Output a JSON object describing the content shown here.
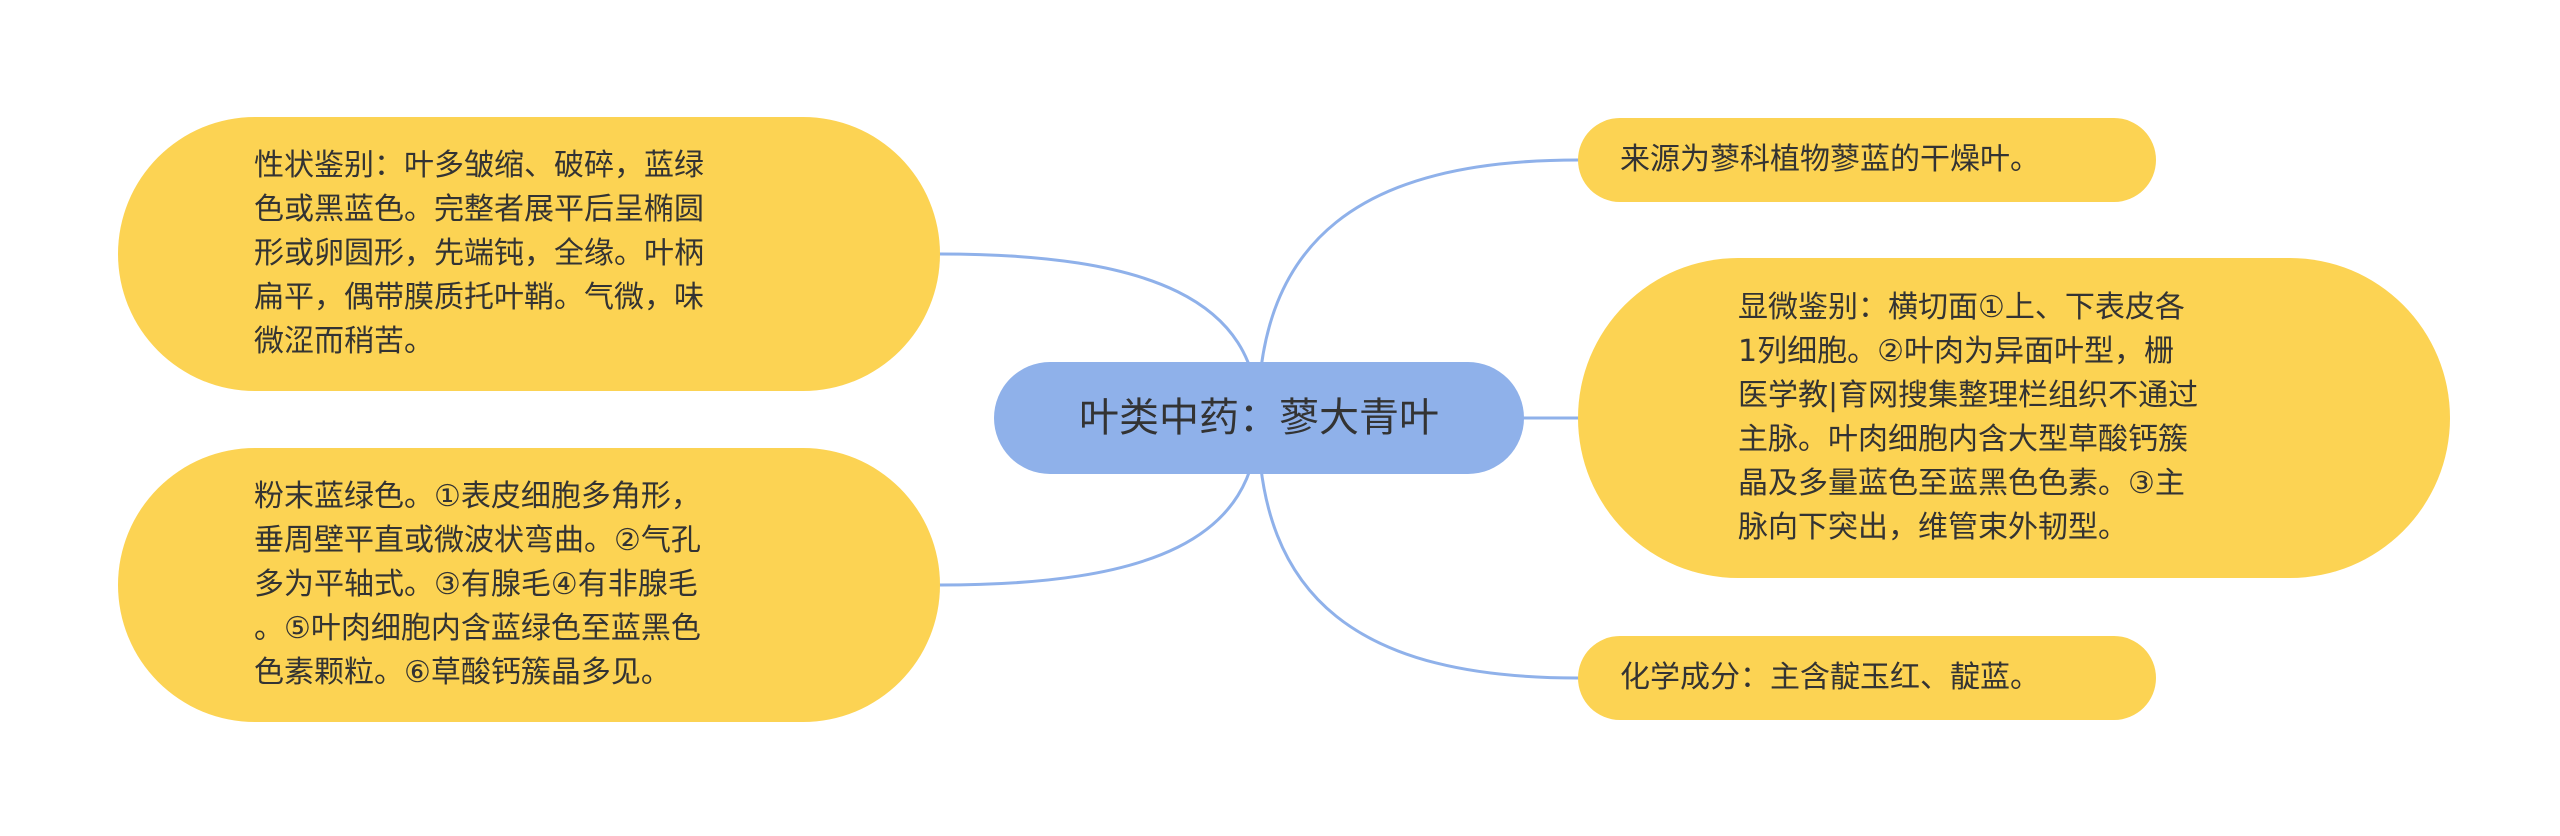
{
  "title": "叶类中药：蓼大青叶",
  "colors": {
    "background": "#ffffff",
    "center_fill": "#8fb1ea",
    "branch_fill": "#fcd353",
    "link_stroke": "#8fb1ea",
    "text": "#333333"
  },
  "branches": {
    "left": [
      {
        "lines": [
          "性状鉴别：叶多皱缩、破碎，蓝绿",
          "色或黑蓝色。完整者展平后呈椭圆",
          "形或卵圆形，先端钝，全缘。叶柄",
          "扁平，偶带膜质托叶鞘。气微，味",
          "微涩而稍苦。"
        ]
      },
      {
        "lines": [
          "粉末蓝绿色。①表皮细胞多角形，",
          "垂周壁平直或微波状弯曲。②气孔",
          "多为平轴式。③有腺毛④有非腺毛",
          "。⑤叶肉细胞内含蓝绿色至蓝黑色",
          "色素颗粒。⑥草酸钙簇晶多见。"
        ]
      }
    ],
    "right": [
      {
        "lines": [
          "来源为蓼科植物蓼蓝的干燥叶。"
        ]
      },
      {
        "lines": [
          "显微鉴别：横切面①上、下表皮各",
          "1列细胞。②叶肉为异面叶型，栅",
          "医学教|育网搜集整理栏组织不通过",
          "主脉。叶肉细胞内含大型草酸钙簇",
          "晶及多量蓝色至蓝黑色色素。③主",
          "脉向下突出，维管束外韧型。"
        ]
      },
      {
        "lines": [
          "化学成分：主含靛玉红、靛蓝。"
        ]
      }
    ]
  }
}
